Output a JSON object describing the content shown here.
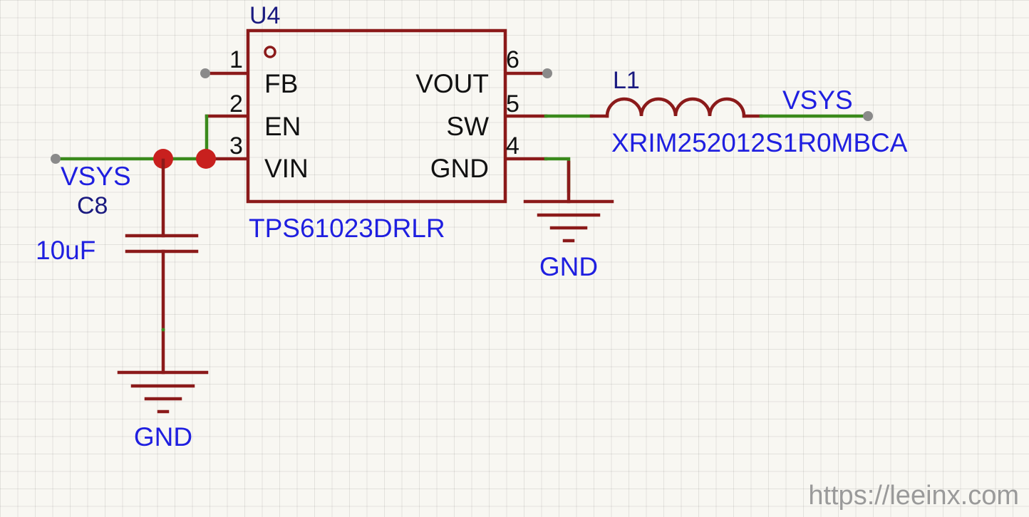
{
  "u4": {
    "designator": "U4",
    "part": "TPS61023DRLR",
    "pins_left": [
      {
        "num": "1",
        "name": "FB"
      },
      {
        "num": "2",
        "name": "EN"
      },
      {
        "num": "3",
        "name": "VIN"
      }
    ],
    "pins_right": [
      {
        "num": "6",
        "name": "VOUT"
      },
      {
        "num": "5",
        "name": "SW"
      },
      {
        "num": "4",
        "name": "GND"
      }
    ]
  },
  "l1": {
    "designator": "L1",
    "part": "XRIM252012S1R0MBCA"
  },
  "c8": {
    "designator": "C8",
    "value": "10uF"
  },
  "nets": {
    "vsys_in": "VSYS",
    "vsys_out": "VSYS",
    "gnd_u4": "GND",
    "gnd_c8": "GND"
  },
  "watermark": "https://leeinx.com",
  "colors": {
    "wire": "#8b1a1a",
    "net": "#3a8a1c",
    "label": "#1f1fe0",
    "designator": "#1a1a80",
    "background": "#f8f7f2"
  }
}
